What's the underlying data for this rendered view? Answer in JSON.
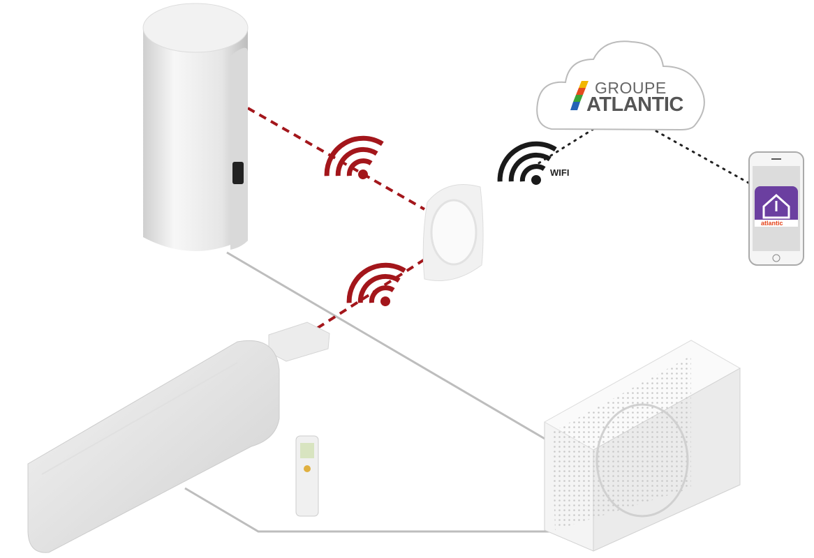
{
  "cloud": {
    "brand_line1": "GROUPE",
    "brand_line2": "ATLANTIC"
  },
  "wifi_label": "WIFI",
  "app_logo_text": "atlantic",
  "colors": {
    "radio_link": "#a3161b",
    "wifi_link": "#1a1a1a",
    "wire": "#bdbdbd",
    "app_icon": "#6b3fa0"
  },
  "icons": [
    "water-heater",
    "radio-wifi-icon",
    "thermostat-bridge",
    "radio-module",
    "indoor-split-unit",
    "remote-control",
    "outdoor-heat-pump",
    "cloud",
    "smartphone"
  ]
}
